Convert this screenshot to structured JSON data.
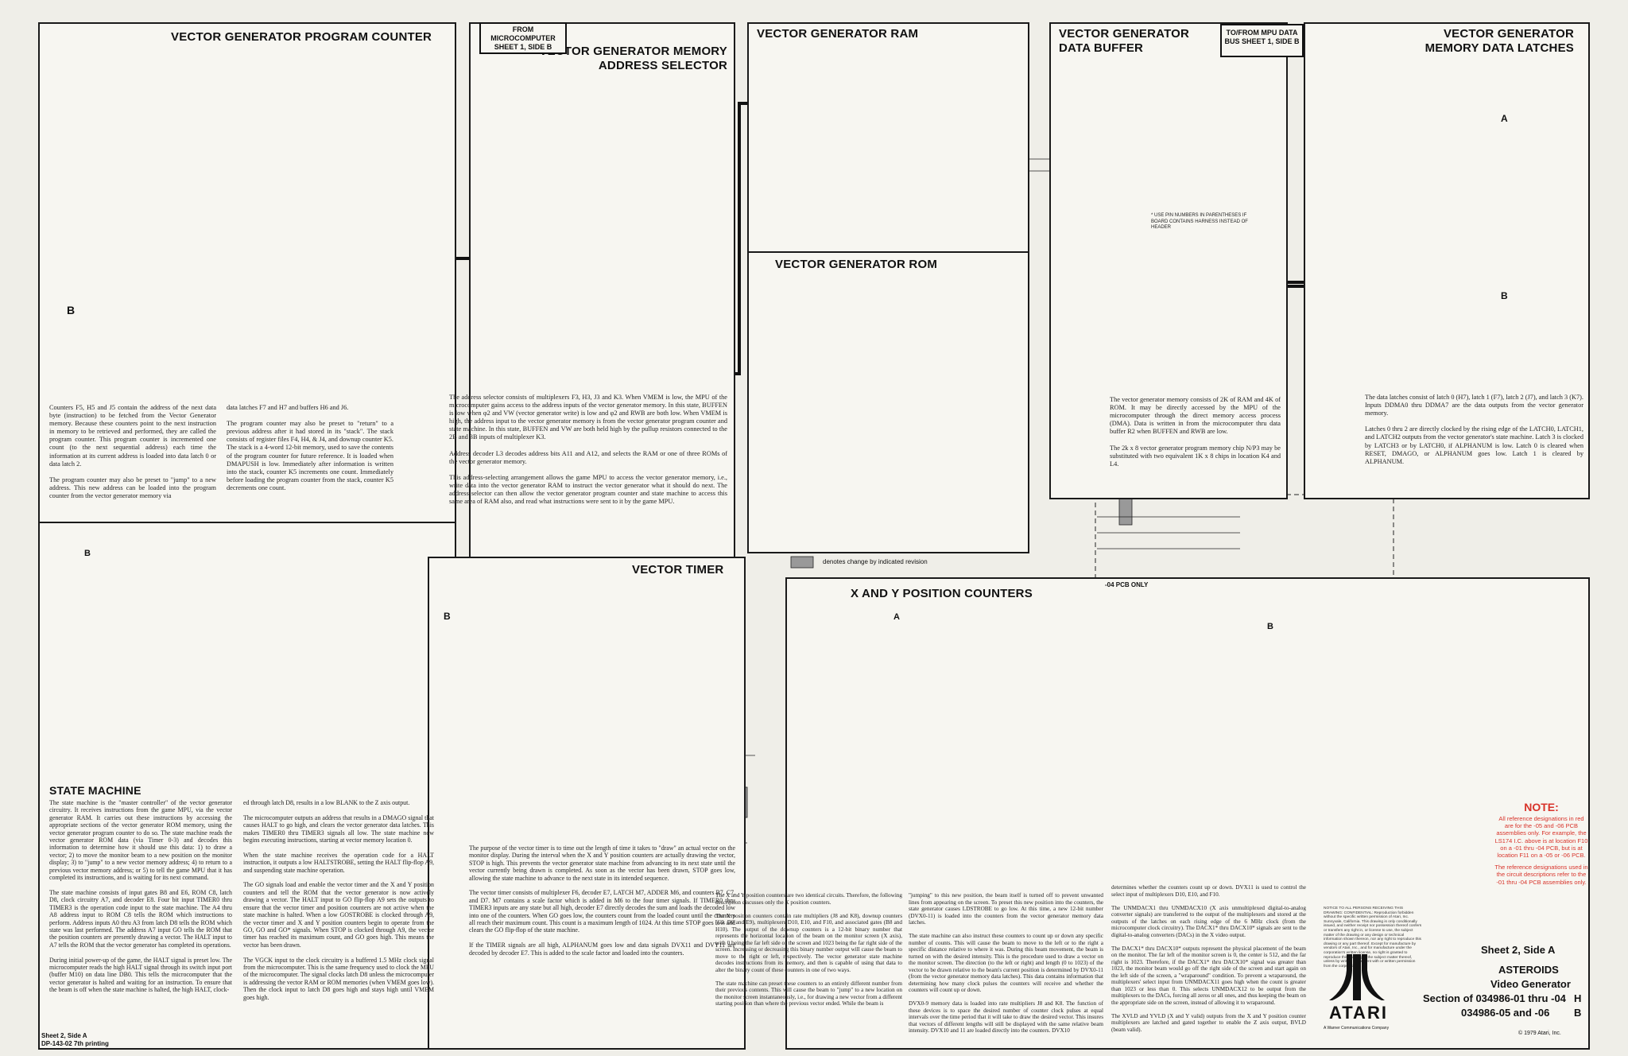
{
  "panels": {
    "program_counter": {
      "title": "VECTOR GENERATOR PROGRAM COUNTER",
      "text_col1": "Counters F5, H5 and J5 contain the address of the next data byte (instruction) to be fetched from the Vector Generator memory. Because these counters point to the next instruction in memory to be retrieved and performed, they are called the program counter. This program counter is incremented one count (to the next sequential address) each time the information at its current address is loaded into data latch 0 or data latch 2.\n\nThe program counter may also be preset to \"jump\" to a new address. This new address can be loaded into the program counter from the vector generator memory via",
      "text_col2": "data latches F7 and H7 and buffers H6 and J6.\n\nThe program counter may also be preset to \"return\" to a previous address after it had stored in its \"stack\". The stack consists of register files F4, H4, & J4, and downup counter K5. The stack is a 4-word 12-bit memory, used to save the contents of the program counter for future reference. It is loaded when DMAPUSH is low. Immediately after information is written into the stack, counter K5 increments one count. Immediately before loading the program counter from the stack, counter K5 decrements one count."
    },
    "state_machine": {
      "title": "STATE MACHINE",
      "text_col1": "The state machine is the \"master controller\" of the vector generator circuitry. It receives instructions from the game MPU, via the vector generator RAM. It carries out these instructions by accessing the appropriate sections of the vector generator ROM memory, using the vector generator program counter to do so. The state machine reads the vector generator ROM data (via Timer 0-3) and decodes this information to determine how it should use this data: 1) to draw a vector; 2) to move the monitor beam to a new position on the monitor display; 3) to \"jump\" to a new vector memory address; 4) to return to a previous vector memory address; or 5) to tell the game MPU that it has completed its instructions, and is waiting for its next command.\n\nThe state machine consists of input gates B8 and E6, ROM C8, latch D8, clock circuitry A7, and decoder E8. Four bit input TIMER0 thru TIMER3 is the operation code input to the state machine. The A4 thru A8 address input to ROM C8 tells the ROM which instructions to perform. Address inputs A0 thru A3 from latch D8 tells the ROM which state was last performed. The address A7 input GO tells the ROM that the position counters are presently drawing a vector. The HALT input to A7 tells the ROM that the vector generator has completed its operations.\n\nDuring initial power-up of the game, the HALT signal is preset low. The microcomputer reads the high HALT signal through its switch input port (buffer M10) on data line DB0. This tells the microcomputer that the vector generator is halted and waiting for an instruction. To ensure that the beam is off when the state machine is halted, the high HALT, clock-",
      "text_col2": "ed through latch D8, results in a low BLANK to the Z axis output.\n\nThe microcomputer outputs an address that results in a DMAGO signal that causes HALT to go high, and clears the vector generator data latches. This makes TIMER0 thru TIMER3 signals all low. The state machine now begins executing instructions, starting at vector memory location 0.\n\nWhen the state machine receives the operation code for a HALT instruction, it outputs a low HALTSTROBE, setting the HALT flip-flop A9, and suspending state machine operation.\n\nThe GO signals load and enable the vector timer and the X and Y position counters and tell the ROM that the vector generator is now actively drawing a vector. The HALT input to GO flip-flop A9 sets the outputs to ensure that the vector timer and position counters are not active when the state machine is halted. When a low GOSTROBE is clocked through A9, the vector timer and X and Y position counters begin to operate from the GO, GO and GO* signals. When STOP is clocked through A9, the vector timer has reached its maximum count, and GO goes high. This means the vector has been drawn.\n\nThe VGCK input to the clock circuitry is a buffered 1.5 MHz clock signal from the microcomputer. This is the same frequency used to clock the MPU of the microcomputer. The signal clocks latch D8 unless the microcomputer is addressing the vector RAM or ROM memories (when VMEM goes low). Then the clock input to latch D8 goes high and stays high until VMEM goes high."
    },
    "address_selector": {
      "title": "VECTOR GENERATOR MEMORY ADDRESS SELECTOR",
      "from_box": "FROM MICROCOMPUTER SHEET 1, SIDE B",
      "text": "The address selector consists of multiplexers F3, H3, J3 and K3. When VMEM is low, the MPU of the microcomputer gains access to the address inputs of the vector generator memory. In this state, BUFFEN is low when φ2 and VW (vector generator write) is low and φ2 and RWB are both low. When VMEM is high, the address input to the vector generator memory is from the vector generator program counter and state machine. In this state, BUFFEN and VW are both held high by the pullup resistors connected to the 2B and 3B inputs of multiplexer K3.\n\nAddress decoder L3 decodes address bits A11 and A12, and selects the RAM or one of three ROMs of the vector generator memory.\n\nThis address-selecting arrangement allows the game MPU to access the vector generator memory, i.e., write data into the vector generator RAM to instruct the vector generator what it should do next. The address selector can then allow the vector generator program counter and state machine to access this same area of RAM also, and read what instructions were sent to it by the game MPU."
    },
    "vector_ram": {
      "title": "VECTOR GENERATOR RAM"
    },
    "vector_rom": {
      "title": "VECTOR GENERATOR ROM"
    },
    "data_buffer": {
      "title": "VECTOR GENERATOR DATA BUFFER",
      "to_box": "TO/FROM MPU DATA BUS SHEET 1, SIDE B",
      "note": "* USE PIN NUMBERS IN PARENTHESES IF BOARD CONTAINS HARNESS INSTEAD OF HEADER",
      "text": "The vector generator memory consists of 2K of RAM and 4K of ROM. It may be directly accessed by the MPU of the microcomputer through the direct memory access process (DMA). Data is written in from the microcomputer thru data buffer R2 when BUFFEN and RWB are low.\n\nThe 2k x 8 vector generator program memory chip N/P3 may be substituted with two equivalent 1K x 8 chips in location K4 and L4."
    },
    "data_latches": {
      "title": "VECTOR GENERATOR MEMORY DATA LATCHES",
      "text": "The data latches consist of latch 0 (H7), latch 1 (F7), latch 2 (J7), and latch 3 (K7). Inputs DDMA0 thru DDMA7 are the data outputs from the vector generator memory.\n\nLatches 0 thru 2 are directly clocked by the rising edge of the LATCH0, LATCH1, and LATCH2 outputs from the vector generator's state machine. Latch 3 is clocked by LATCH3 or by LATCH0, if ALPHANUM is low. Latch 0 is cleared when RESET, DMAGO, or ALPHANUM goes low. Latch 1 is cleared by ALPHANUM."
    },
    "vector_timer": {
      "title": "VECTOR TIMER",
      "text": "The purpose of the vector timer is to time out the length of time it takes to \"draw\" an actual vector on the monitor display. During the interval when the X and Y position counters are actually drawing the vector, STOP is high. This prevents the vector generator state machine from advancing to its next state until the vector currently being drawn is completed. As soon as the vector has been drawn, STOP goes low, allowing the state machine to advance to the next state in its intended sequence.\n\nThe vector timer consists of multiplexer F6, decoder E7, LATCH M7, ADDER M6, and counters B7, C7, and D7. M7 contains a scale factor which is added in M6 to the four timer signals. If TIMER0 thru TIMER3 inputs are any state but all high, decoder E7 directly decodes the sum and loads the decoded low into one of the counters. When GO goes low, the counters count from the loaded count until the counters all reach their maximum count. This count is a maximum length of 1024. At this time STOP goes low and clears the GO flip-flop of the state machine.\n\nIf the TIMER signals are all high, ALPHANUM goes low and data signals DVX11 and DVY11 are decoded by decoder E7. This is added to the scale factor and loaded into the counters."
    },
    "xy_counters": {
      "title": "X AND Y POSITION COUNTERS",
      "text_col1": "The X and Y position counters are two identical circuits. Therefore, the following description discusses only the X position counters.\n\nThe X position counters contain rate multipliers (J8 and K8), downup counters (C9, D9 and E9), multiplexers D10, E10, and F10, and associated gates (B8 and H10). The output of the downup counters is a 12-bit binary number that represents the horizontal location of the beam on the monitor screen (X axis), with 0 being the far left side of the screen and 1023 being the far right side of the screen. Increasing or decreasing this binary number output will cause the beam to move to the right or left, respectively. The vector generator state machine decodes instructions from its memory, and then is capable of using that data to alter the binary count of these counters in one of two ways.\n\nThe state machine can preset these counters to an entirely different number from their previous contents. This will cause the beam to \"jump\" to a new location on the monitor screen instantaneously, i.e., for drawing a new vector from a different starting position than where the previous vector ended. While the beam is",
      "text_col2": "\"jumping\" to this new position, the beam itself is turned off to prevent unwanted lines from appearing on the screen. To preset this new position into the counters, the state generator causes LDSTROBE to go low. At this time, a new 12-bit number (DVX0-11) is loaded into the counters from the vector generator memory data latches.\n\nThe state machine can also instruct these counters to count up or down any specific number of counts. This will cause the beam to move to the left or to the right a specific distance relative to where it was. During this beam movement, the beam is turned on with the desired intensity. This is the procedure used to draw a vector on the monitor screen. The direction (to the left or right) and length (0 to 1023) of the vector to be drawn relative to the beam's current position is determined by DVX0-11 (from the vector generator memory data latches). This data contains information that determining how many clock pulses the counters will receive and whether the counters will count up or down.\n\nDVX0-9 memory data is loaded into rate multipliers J8 and K8. The function of these devices is to space the desired number of counter clock pulses at equal intervals over the time period that it will take to draw the desired vector. This insures that vectors of different lengths will still be displayed with the same relative beam intensity. DVX10 and 11 are loaded directly into the counters. DVX10",
      "text_col3": "determines whether the counters count up or down. DVX11 is used to control the select input of multiplexers D10, E10, and F10.\n\nThe UNMDACX1 thru UNMDACX10 (X axis unmultiplexed digital-to-analog converter signals) are transferred to the output of the multiplexers and stored at the outputs of the latches on each rising edge of the 6 MHz clock (from the microcomputer clock circuitry). The DACX1* thru DACX10* signals are sent to the digital-to-analog converters (DACs) in the X video output.\n\nThe DACX1* thru DACX10* outputs represent the physical placement of the beam on the monitor. The far left of the monitor screen is 0, the center is 512, and the far right is 1023. Therefore, if the DACX1* thru DACX10* signal was greater than 1023, the monitor beam would go off the right side of the screen and start again on the left side of the screen, a \"wraparound\" condition. To prevent a wraparound, the multiplexers' select input from UNMDACX11 goes high when the count is greater than 1023 or less than 0. This selects UNMDACX12 to be output from the multiplexers to the DACs, forcing all zeros or all ones, and thus keeping the beam on the appropriate side on the screen, instead of allowing it to wraparound.\n\nThe XVLD and YVLD (X and Y valid) outputs from the X and Y position counter multiplexers are latched and gated together to enable the Z axis output, BVLD (beam valid)."
    },
    "legend": {
      "text": "denotes change by indicated revision"
    },
    "pcb_only": "-04 PCB ONLY",
    "note": {
      "heading": "NOTE:",
      "line1": "All reference designations in red are for the -05 and -06 PCB assemblies only. For example, the LS174 I.C. above is at location F10 on a -01 thru -04 PCB, but is at location F11 on a -05 or -06 PCB.",
      "line2": "The reference designations used in the circuit descriptions refer to the -01 thru -04 PCB assemblies only."
    },
    "fine_print": "NOTICE TO ALL PERSONS RECEIVING THIS DRAWING: CONFIDENTIAL: Reproduction forbidden without the specific written permission of Atari, Inc. Sunnyvale, California. This drawing is only conditionally issued, and neither receipt nor possession thereof confers or transfers any right in, or license to use, the subject matter of the drawing or any design or technical information shown thereon, nor any right to reproduce this drawing or any part thereof. Except for manufacture by vendors of Atari, Inc., and for manufacture under the corporation's written license, no right is granted to reproduce this drawing or the subject matter thereof, unless by written agreement with or written permission from the corporation.",
    "title_block": {
      "sheet": "Sheet 2, Side A",
      "game": "ASTEROIDS",
      "section": "Video Generator",
      "line1": "Section of 034986-01 thru -04",
      "rev1": "H",
      "line2": "034986-05 and -06",
      "rev2": "B",
      "brand": "ATARI",
      "brand_sub": "A Warner Communications Company",
      "copyright": "© 1979 Atari, Inc."
    },
    "footer": {
      "line1": "Sheet 2, Side A",
      "line2": "DP-143-02 7th printing"
    }
  },
  "arrows": {
    "a": "A",
    "b": "B"
  }
}
